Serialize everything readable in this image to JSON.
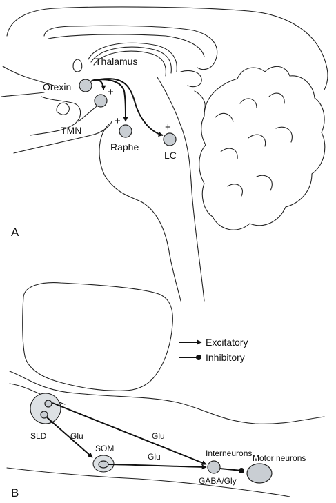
{
  "panel_a": {
    "letter": "A",
    "labels": {
      "thalamus": "Thalamus",
      "orexin": "Orexin",
      "tmn": "TMN",
      "raphe": "Raphe",
      "lc": "LC"
    },
    "plus_sign": "+"
  },
  "panel_b": {
    "letter": "B",
    "legend": {
      "excitatory": "Excitatory",
      "inhibitory": "Inhibitory"
    },
    "labels": {
      "sld": "SLD",
      "som": "SOM",
      "interneurons": "Interneurons",
      "gaba_gly": "GABA/Gly",
      "motor_neurons": "Motor neurons",
      "glu": "Glu"
    }
  },
  "colors": {
    "nucleus_fill": "#c9ced3",
    "outline": "#222222"
  }
}
